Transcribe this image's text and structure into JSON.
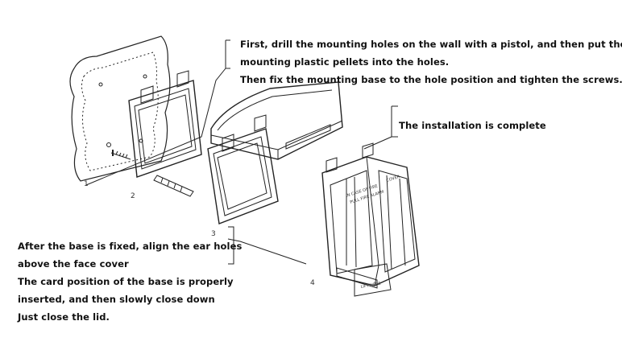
{
  "instructions": {
    "drill": [
      "First, drill the mounting holes on the wall with a pistol, and then put the",
      "mounting plastic pellets into the holes.",
      "Then fix the mounting base to the hole position and tighten the screws."
    ],
    "complete": "The installation is complete",
    "align": [
      "After the base is fixed, align the ear holes",
      "above the face cover",
      "The card position of the base is properly",
      "inserted, and then slowly close down",
      "Just close the lid."
    ]
  },
  "steps": [
    "1",
    "2",
    "3",
    "4"
  ],
  "cover_labels": {
    "line1": "IN CASE OF FIRE",
    "line2": "PULL FIRE ALARM",
    "line3": "COVER",
    "lift": "LIFT HERE"
  }
}
